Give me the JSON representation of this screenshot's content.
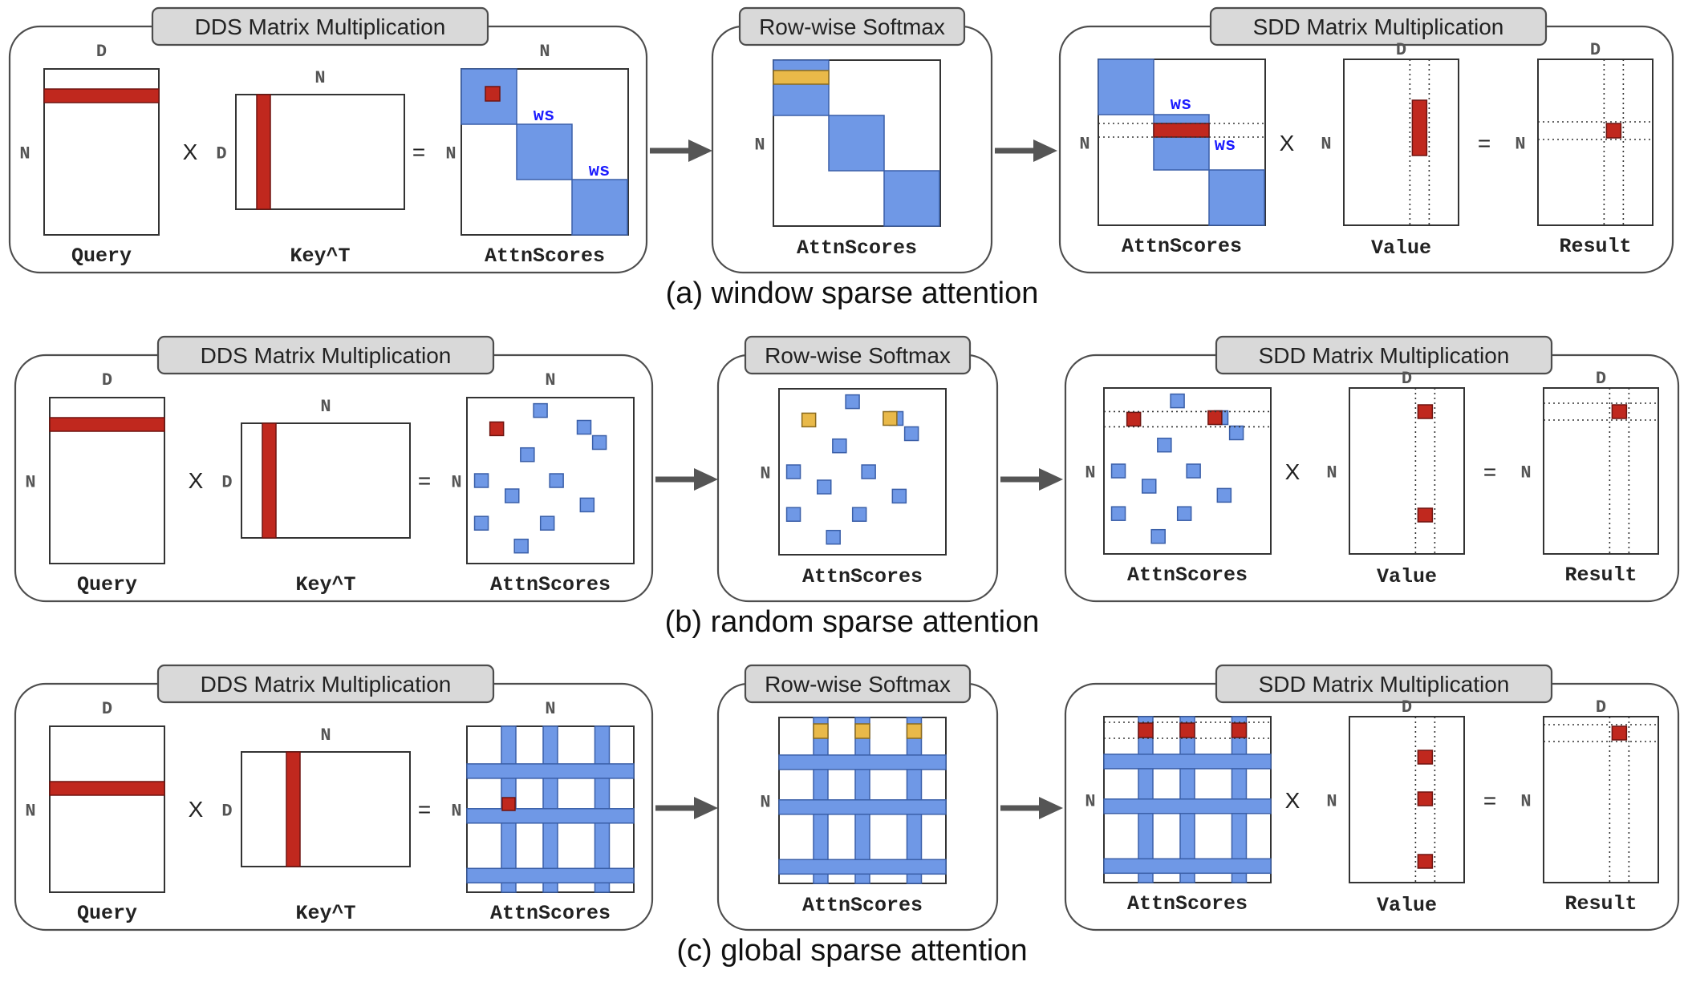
{
  "colors": {
    "blue_block": "#6f98e6",
    "red_block": "#c0281e",
    "yellow_block": "#e9b949",
    "ws_text": "#1a1aff",
    "tab_fill": "#d9d9d9"
  },
  "stages": {
    "dds": "DDS Matrix Multiplication",
    "softmax": "Row-wise Softmax",
    "sdd": "SDD Matrix Multiplication"
  },
  "matrices": {
    "query": "Query",
    "key": "Key^T",
    "attn": "AttnScores",
    "value": "Value",
    "result": "Result"
  },
  "dims": {
    "n": "N",
    "d": "D"
  },
  "ops": {
    "times": "X",
    "equals": "="
  },
  "window_size_label": "ws",
  "rows": [
    {
      "caption": "(a) window sparse attention",
      "pattern": "window"
    },
    {
      "caption": "(b) random sparse attention",
      "pattern": "random"
    },
    {
      "caption": "(c) global sparse attention",
      "pattern": "global"
    }
  ]
}
